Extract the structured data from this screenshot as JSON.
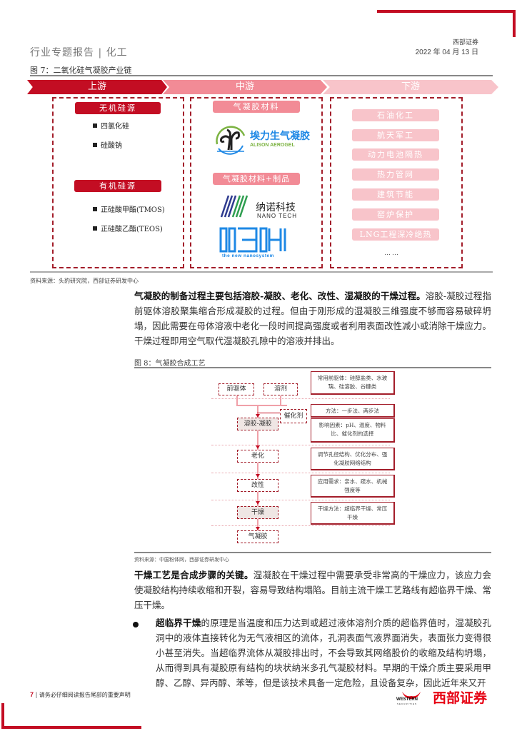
{
  "header": {
    "section": "行业专题报告 | 化工",
    "company": "西部证券",
    "date": "2022 年 04 月 13 日"
  },
  "figure7": {
    "title": "图 7：二氧化硅气凝胶产业链",
    "stages": {
      "upstream": "上游",
      "midstream": "中游",
      "downstream": "下游"
    },
    "upstream": {
      "inorganic_label": "无机硅源",
      "inorganic_items": [
        "四氯化硅",
        "硅酸钠"
      ],
      "organic_label": "有机硅源",
      "organic_items": [
        "正硅酸甲酯(TMOS)",
        "正硅酸乙酯(TEOS)"
      ]
    },
    "midstream": {
      "materials_label": "气凝胶材料",
      "materials_plus_label": "气凝胶材料+制品",
      "logos": {
        "alison_cn": "埃力生气凝胶",
        "alison_en": "ALISON AEROGEL",
        "nano_cn": "纳诺科技",
        "nano_en": "NANO TECH",
        "ibh_tagline": "the new nanosystem"
      }
    },
    "downstream": {
      "items": [
        "石油化工",
        "航天军工",
        "动力电池隔热",
        "热力管网",
        "建筑节能",
        "窑炉保护",
        "LNG工程深冷绝热"
      ],
      "ellipsis": "……"
    },
    "source": "资料来源：头豹研究院，西部证券研发中心"
  },
  "paragraph1": {
    "bold": "气凝胶的制备过程主要包括溶胶-凝胶、老化、改性、湿凝胶的干燥过程。",
    "text": "溶胶-凝胶过程指前驱体溶胶聚集缩合形成凝胶的过程。但由于刚形成的湿凝胶三维强度不够而容易破碎坍塌，因此需要在母体溶液中老化一段时间提高强度或者利用表面改性减小或消除干燥应力。干燥过程即用空气取代湿凝胶孔隙中的溶液并排出。"
  },
  "figure8": {
    "title": "图 8：气凝胶合成工艺",
    "flow": {
      "precursor": "前驱体",
      "solvent": "溶剂",
      "catalyst": "催化剂",
      "sol_gel": "溶胶-凝胶",
      "aging": "老化",
      "modification": "改性",
      "drying": "干燥",
      "aerogel": "气凝胶"
    },
    "notes": {
      "precursor_note": "常用前驱体：硅醇盐类、水玻璃、硅溶胶、谷糠类",
      "method_note": "方法：一步法、两步法",
      "factor_note": "影响因素：pH、温度、物料比、催化剂的选择",
      "aging_note": "调节孔径结构、优化分布、强化凝胶网络结构",
      "modification_note": "应用需求：亲水、疏水、机械强度等",
      "drying_note": "干燥方法：超临界干燥、常压干燥"
    },
    "source": "资料来源：中国粉体网，西部证券研发中心"
  },
  "paragraph2": {
    "bold": "干燥工艺是合成步骤的关键。",
    "text": "湿凝胶在干燥过程中需要承受非常高的干燥应力，该应力会使凝胶结构持续收缩和开裂，容易导致结构塌陷。目前主流干燥工艺路线有超临界干燥、常压干燥。"
  },
  "bullet1": {
    "bold": "超临界干燥",
    "text": "的原理是当温度和压力达到或超过液体溶剂介质的超临界值时，湿凝胶孔洞中的液体直接转化为无气液相区的流体，孔洞表面气液界面消失，表面张力变得很小甚至消失。当超临界流体从凝胶排出时，不会导致其网络股价的收缩及结构坍塌，从而得到具有凝胶原有结构的块状纳米多孔气凝胶材料。早期的干燥介质主要采用甲醇、乙醇、异丙醇、苯等，但是该技术具备一定危险，且设备复杂，因此近年来又开"
  },
  "footer": {
    "page": "7",
    "disclaimer": "| 请务必仔细阅读报告尾部的重要声明",
    "logo_en": "WESTERN",
    "logo_en_sub": "SECURITIES",
    "logo_cn": "西部证券"
  },
  "colors": {
    "brand_red": "#c30d23",
    "mid_pink": "#f28b96",
    "light_pink": "#f8c4ca"
  }
}
